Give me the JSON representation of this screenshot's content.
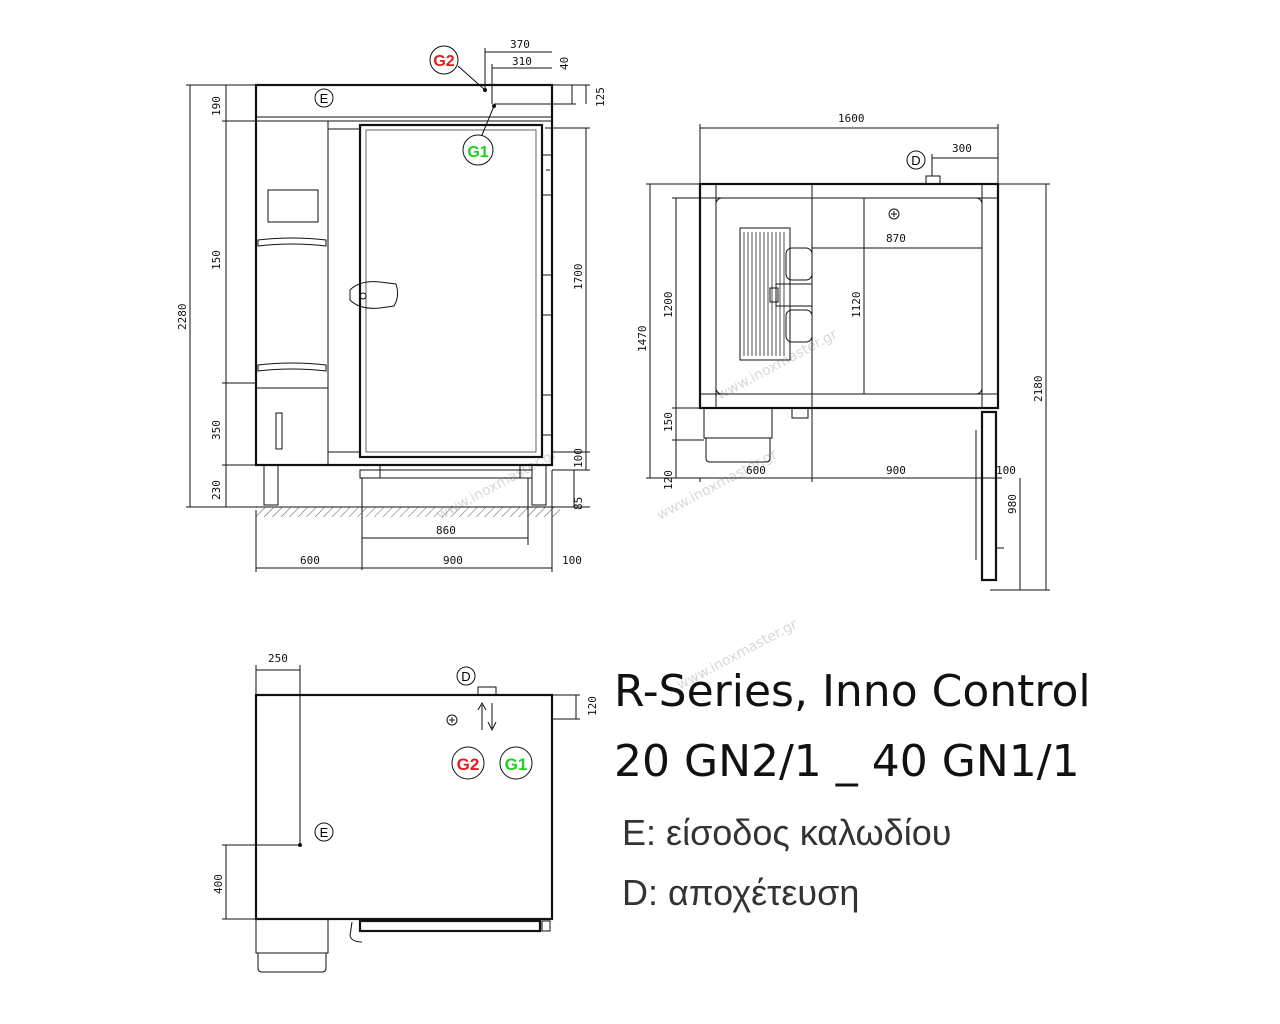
{
  "title": {
    "line1": "R-Series, Inno Control",
    "line2": "20 GN2/1 _ 40 GN1/1"
  },
  "legend": {
    "e": "E: είσοδος καλωδίου",
    "d": "D: αποχέτευση"
  },
  "markers": {
    "g1": "G1",
    "g2": "G2",
    "e": "E",
    "d": "D",
    "g1_color": "#1fd11f",
    "g2_color": "#e41b1b"
  },
  "watermark": "www.inoxmaster.gr",
  "front_view": {
    "top_370": "370",
    "top_310": "310",
    "top_40": "40",
    "right_125": "125",
    "right_1700": "1700",
    "right_100": "100",
    "right_85": "85",
    "left_190": "190",
    "left_150": "150",
    "left_350": "350",
    "left_230": "230",
    "left_2280": "2280",
    "bottom_860": "860",
    "bottom_600": "600",
    "bottom_900": "900",
    "bottom_100": "100"
  },
  "top_view": {
    "top_1600": "1600",
    "top_300": "300",
    "inner_870": "870",
    "inner_1120": "1120",
    "left_1470": "1470",
    "left_1200": "1200",
    "left_150": "150",
    "left_120": "120",
    "right_2180": "2180",
    "right_980": "980",
    "bottom_600": "600",
    "bottom_900": "900",
    "bottom_100": "100"
  },
  "side_view": {
    "top_250": "250",
    "right_120": "120",
    "left_400": "400"
  }
}
